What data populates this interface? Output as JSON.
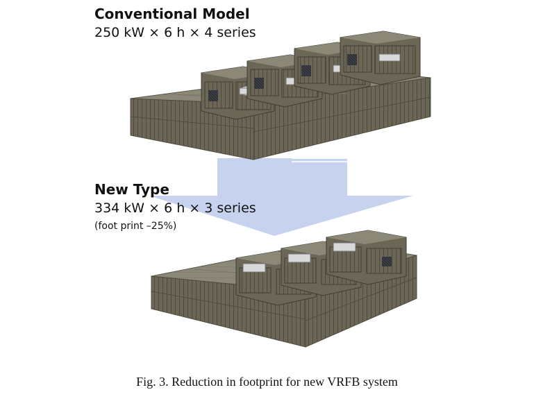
{
  "conventional": {
    "title": "Conventional Model",
    "spec": "250 kW × 6 h × 4 series"
  },
  "new_type": {
    "title": "New Type",
    "spec": "334 kW × 6 h × 3 series",
    "note": "(foot print –25%)"
  },
  "caption": "Fig. 3.  Reduction in footprint for new VRFB system",
  "colors": {
    "container_side": "#6b6656",
    "container_top": "#8c8878",
    "container_dark": "#4e4a3e",
    "arrow": "#c7d3ee",
    "fan": "#d9d9d9",
    "panel": "#2f3036"
  }
}
